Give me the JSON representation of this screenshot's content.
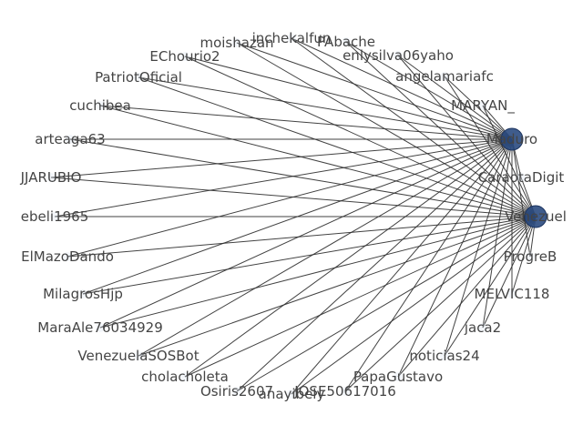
{
  "graph": {
    "hubs": [
      {
        "id": "Maduro",
        "label": "Maduro"
      },
      {
        "id": "Venezuela",
        "label": "Venezuel"
      }
    ],
    "nodes": [
      {
        "id": "inchekalfun",
        "label": "inchekalfun"
      },
      {
        "id": "PAbache",
        "label": "PAbache"
      },
      {
        "id": "moishazan",
        "label": "moishazan"
      },
      {
        "id": "enlysilva06yaho",
        "label": "enlysilva06yaho"
      },
      {
        "id": "EChourio2",
        "label": "EChourio2"
      },
      {
        "id": "angelamariafc",
        "label": "angelamariafc"
      },
      {
        "id": "PatriotOficial",
        "label": "PatriotOficial"
      },
      {
        "id": "MARYAN_",
        "label": "MARYAN_"
      },
      {
        "id": "cuchibea",
        "label": "cuchibea"
      },
      {
        "id": "arteaga63",
        "label": "arteaga63"
      },
      {
        "id": "CaraotaDigit",
        "label": "CaraotaDigit"
      },
      {
        "id": "JJARUBIO",
        "label": "JJARUBIO"
      },
      {
        "id": "ebeli1965",
        "label": "ebeli1965"
      },
      {
        "id": "ElMazoDando",
        "label": "ElMazoDando"
      },
      {
        "id": "ProgreB",
        "label": "ProgreB"
      },
      {
        "id": "MilagrosHjp",
        "label": "MilagrosHjp"
      },
      {
        "id": "MELVIC118",
        "label": "MELVIC118"
      },
      {
        "id": "MaraAle76034929",
        "label": "MaraAle76034929"
      },
      {
        "id": "jaca2",
        "label": "jaca2"
      },
      {
        "id": "VenezuelaSOSBot",
        "label": "VenezuelaSOSBot"
      },
      {
        "id": "noticias24",
        "label": "noticias24"
      },
      {
        "id": "cholacholeta",
        "label": "cholacholeta"
      },
      {
        "id": "PapaGustavo",
        "label": "PapaGustavo"
      },
      {
        "id": "Osiris2607",
        "label": "Osiris2607"
      },
      {
        "id": "JOSE50617016",
        "label": "JOSE50617016"
      },
      {
        "id": "anayibely",
        "label": "anayibely"
      }
    ],
    "colors": {
      "hub": "#2a4a80",
      "edge": "#2e2e2e",
      "label": "#444444",
      "leaf": "#dde6f2"
    }
  }
}
